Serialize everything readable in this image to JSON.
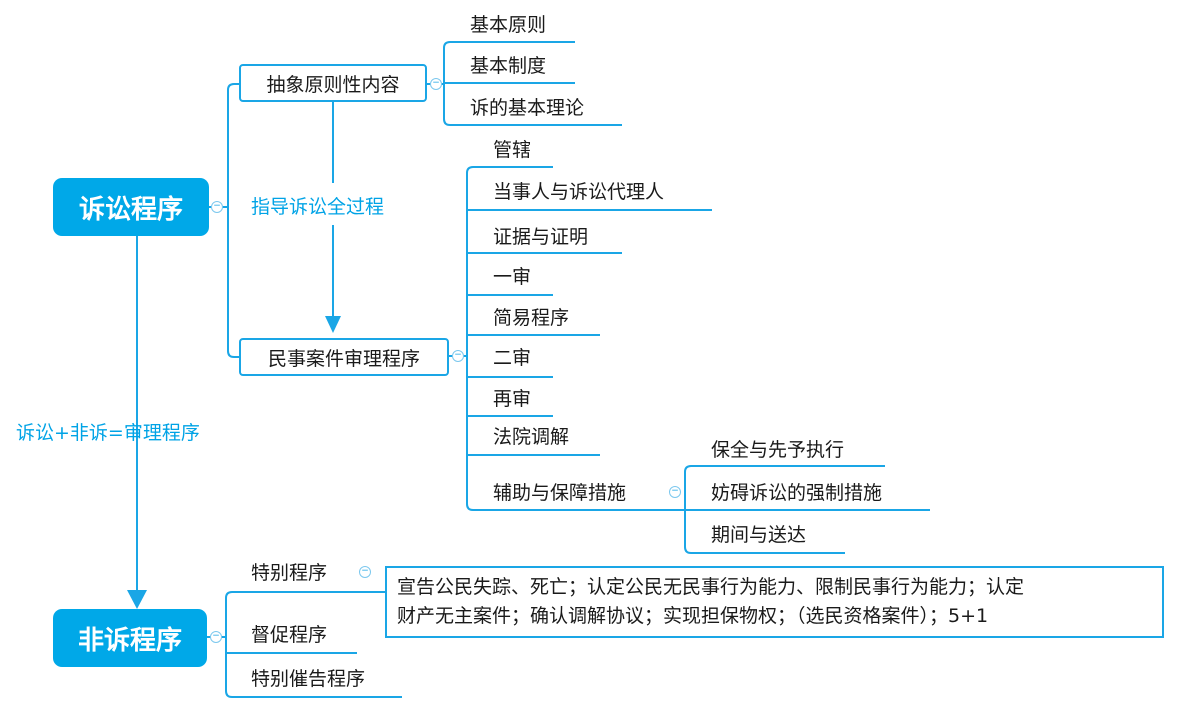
{
  "roots": {
    "litigation": "诉讼程序",
    "non_litigation": "非诉程序"
  },
  "relation_label": "诉讼+非诉=审理程序",
  "guide_label": "指导诉讼全过程",
  "litigation_branches": {
    "abstract": {
      "label": "抽象原则性内容",
      "children": [
        "基本原则",
        "基本制度",
        "诉的基本理论"
      ]
    },
    "civil": {
      "label": "民事案件审理程序",
      "children": [
        "管辖",
        "当事人与诉讼代理人",
        "证据与证明",
        "一审",
        "简易程序",
        "二审",
        "再审",
        "法院调解",
        "辅助与保障措施"
      ]
    },
    "auxiliary_children": [
      "保全与先予执行",
      "妨碍诉讼的强制措施",
      "期间与送达"
    ]
  },
  "non_litigation_branches": [
    "特别程序",
    "督促程序",
    "特别催告程序"
  ],
  "special_note": {
    "line1": "宣告公民失踪、死亡；认定公民无民事行为能力、限制民事行为能力；认定",
    "line2": "财产无主案件；确认调解协议；实现担保物权；（选民资格案件）；5+1"
  },
  "colors": {
    "accent": "#00a8e8",
    "line": "#1aa6e6"
  }
}
